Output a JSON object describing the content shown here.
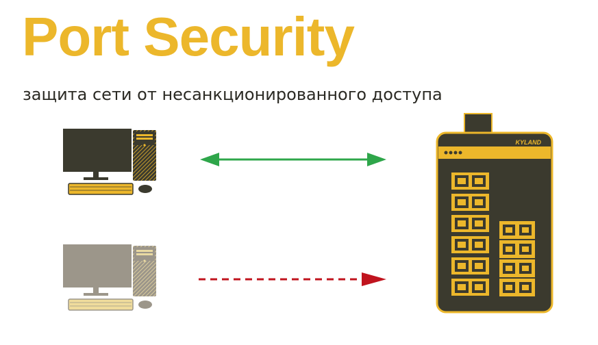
{
  "title": "Port Security",
  "subtitle": "защита сети от несанкционированного доступа",
  "switch": {
    "brand": "KYLAND"
  },
  "colors": {
    "accent": "#ECB72B",
    "dark": "#3B3A2E",
    "allowed_arrow": "#2EA64A",
    "blocked_arrow": "#C0141E",
    "untrusted_pc": "#9C968A"
  }
}
